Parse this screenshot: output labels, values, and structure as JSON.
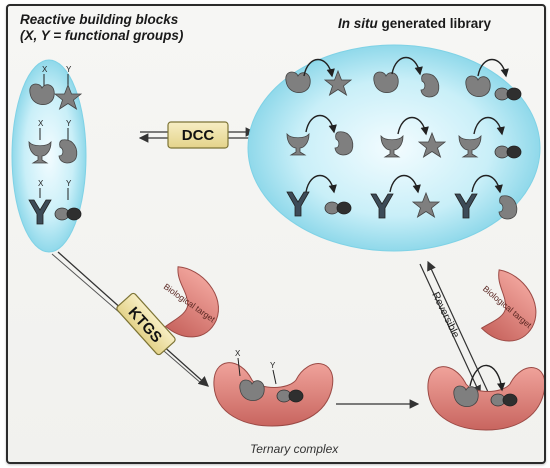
{
  "header": {
    "left_line1": "Reactive building blocks",
    "left_line2": "(X, Y = functional groups)",
    "right_prefix": "In situ",
    "right_suffix": " generated library"
  },
  "labels": {
    "dcc": "DCC",
    "ktgs": "KTGS",
    "biological_target": "Biological target",
    "reversible": "Reversible",
    "ternary_complex": "Ternary complex",
    "x": "X",
    "y": "Y"
  },
  "colors": {
    "blob": "#bfeaf4",
    "blob_edge": "#6cc7de",
    "block_fill": "#7d7d7d",
    "target_fill": "#d9807a",
    "box_fill": "#efe2a6",
    "box_edge": "#7d7436"
  }
}
